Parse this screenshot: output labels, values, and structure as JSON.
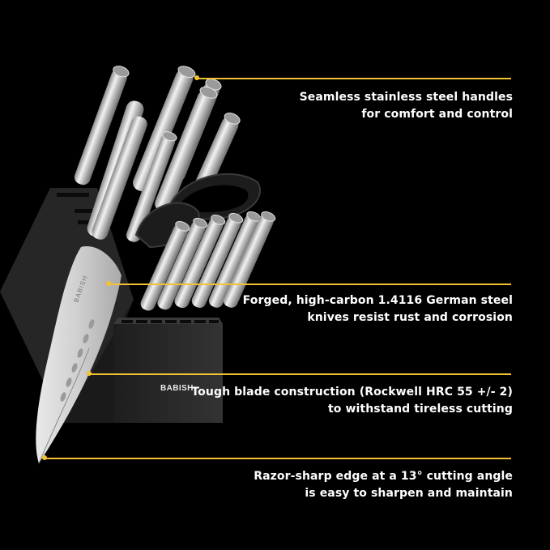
{
  "brand": {
    "block_logo": "BABISH",
    "blade_logo": "BABISH"
  },
  "colors": {
    "background": "#000000",
    "accent": "#f2c230",
    "block": "#2b2b2b",
    "steel": "#c9c9c9"
  },
  "features": [
    {
      "line1": "Seamless stainless steel handles",
      "line2": "for comfort and control"
    },
    {
      "line1": "Forged, high-carbon 1.4116 German steel",
      "line2": "knives resist rust and corrosion"
    },
    {
      "line1": "Tough blade construction (Rockwell HRC 55 +/- 2)",
      "line2": "to withstand tireless cutting"
    },
    {
      "line1": "Razor-sharp edge at a 13° cutting angle",
      "line2": "is easy to sharpen and maintain"
    }
  ]
}
